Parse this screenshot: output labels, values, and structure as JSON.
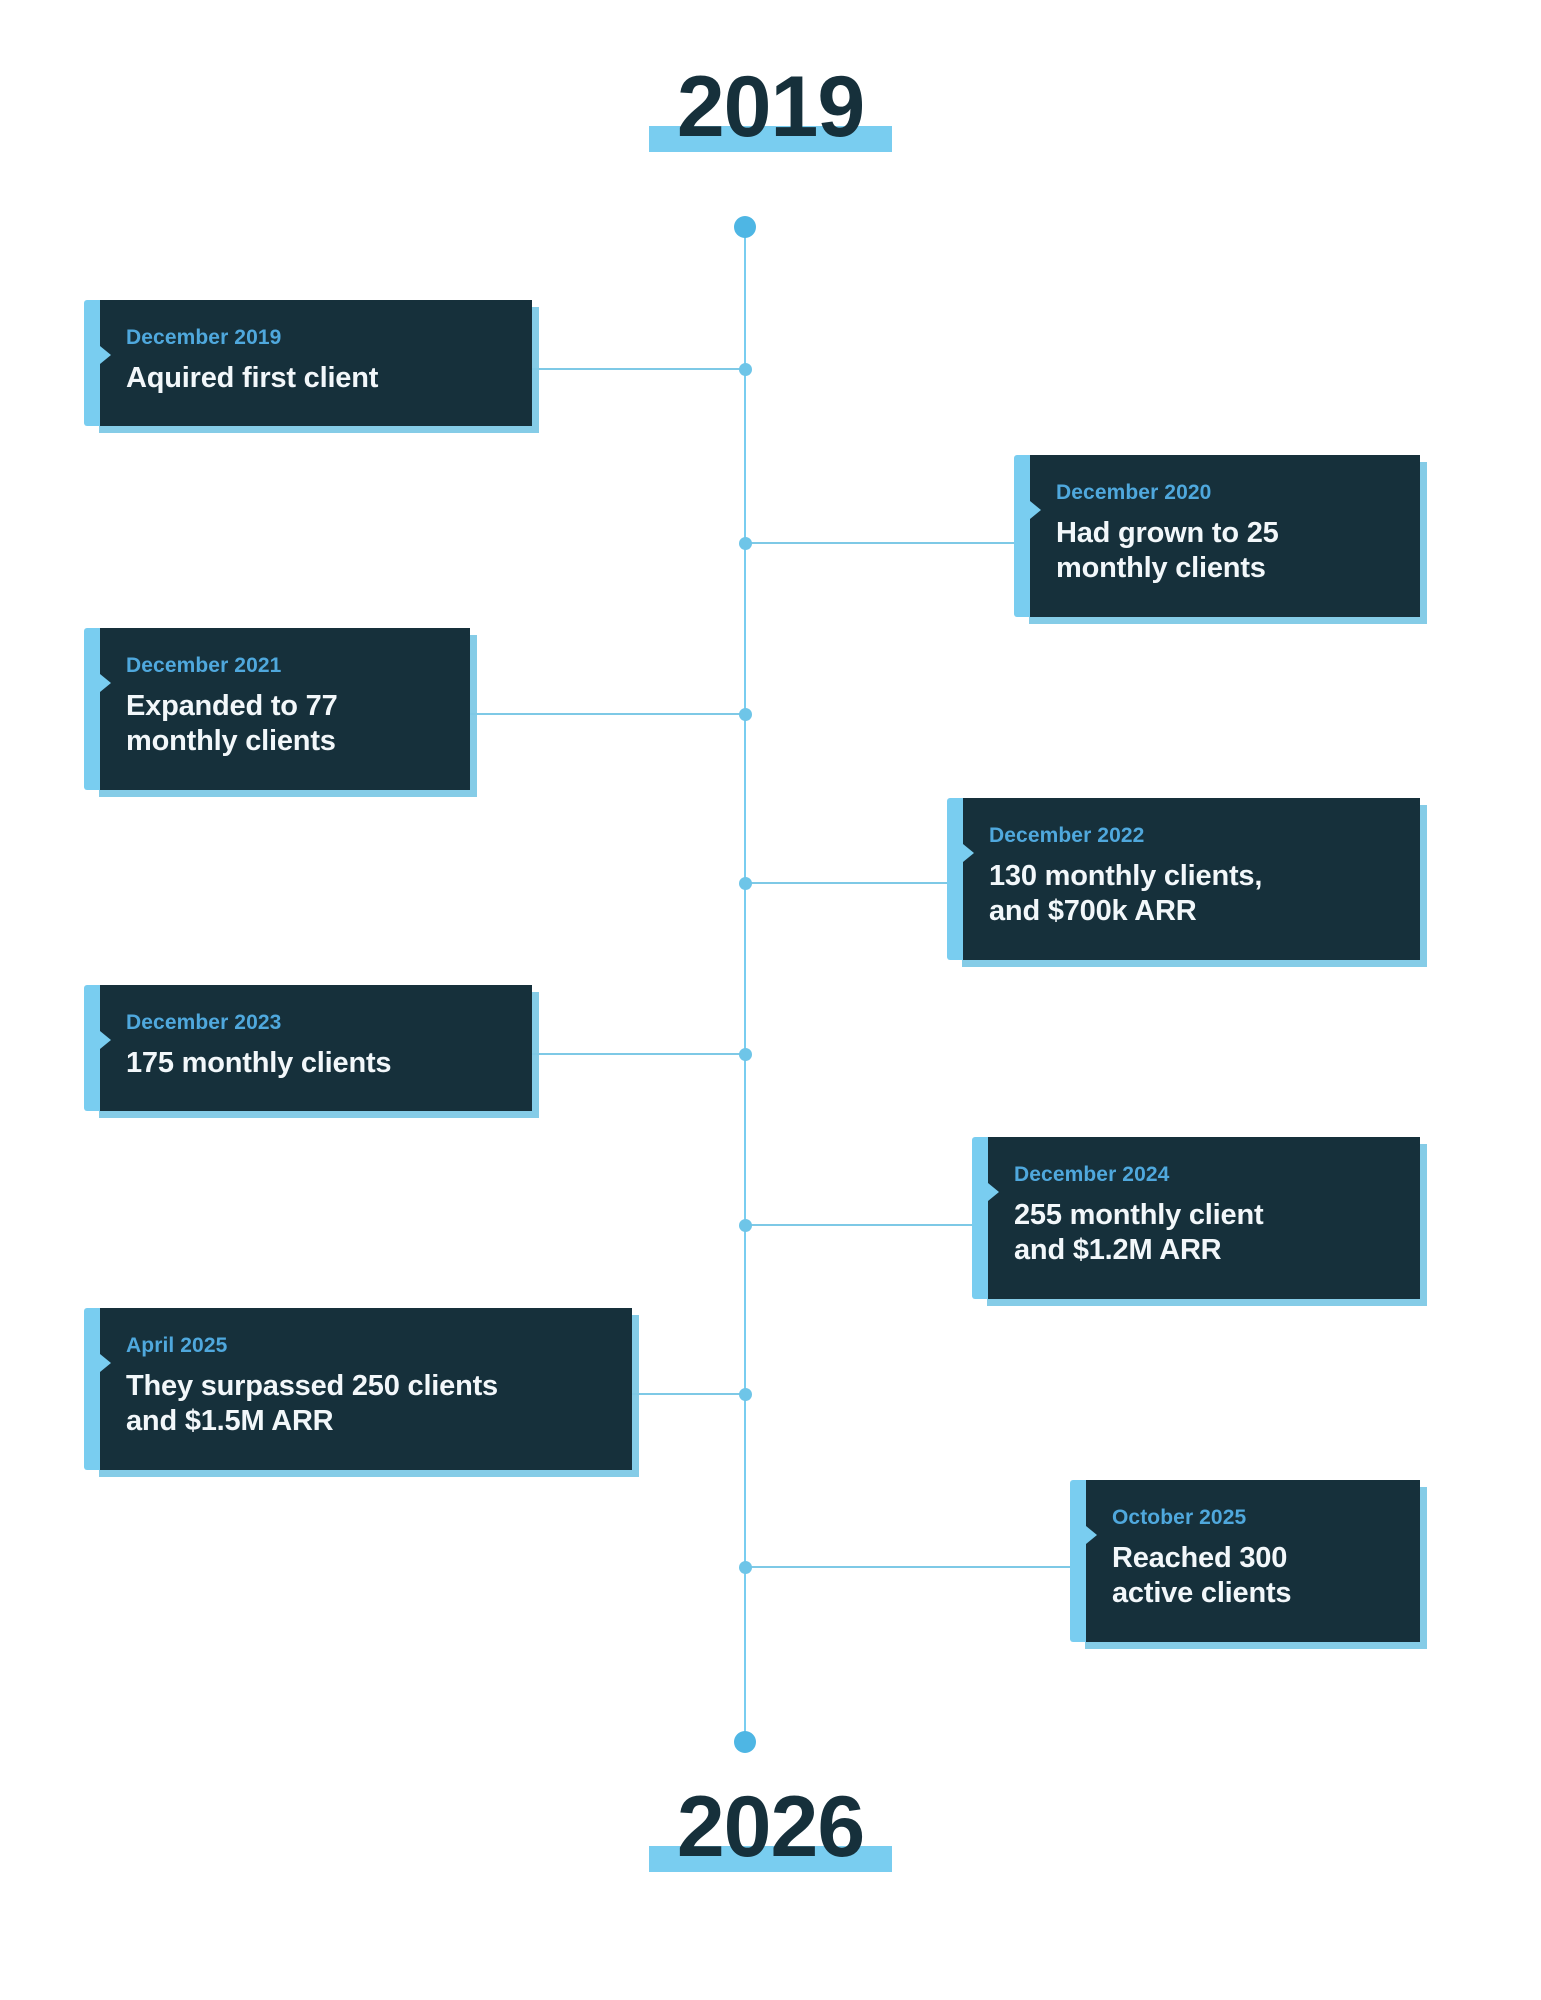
{
  "timeline": {
    "start_year": "2019",
    "end_year": "2026",
    "accent_color": "#79cdf0",
    "card_bg_color": "#16303b",
    "date_text_color": "#4fa8dd",
    "desc_text_color": "#f2f7fa",
    "background_color": "#ffffff",
    "milestones": [
      {
        "date": "December 2019",
        "description": "Aquired first client",
        "side": "left"
      },
      {
        "date": "December 2020",
        "description": "Had grown to 25\nmonthly clients",
        "side": "right"
      },
      {
        "date": "December 2021",
        "description": "Expanded to 77\nmonthly clients",
        "side": "left"
      },
      {
        "date": "December 2022",
        "description": "130 monthly clients,\nand $700k ARR",
        "side": "right"
      },
      {
        "date": "December 2023",
        "description": "175 monthly clients",
        "side": "left"
      },
      {
        "date": "December 2024",
        "description": "255 monthly client\nand $1.2M ARR",
        "side": "right"
      },
      {
        "date": "April 2025",
        "description": "They surpassed 250 clients\nand $1.5M ARR",
        "side": "left"
      },
      {
        "date": "October 2025",
        "description": "Reached 300\nactive clients",
        "side": "right"
      }
    ]
  }
}
